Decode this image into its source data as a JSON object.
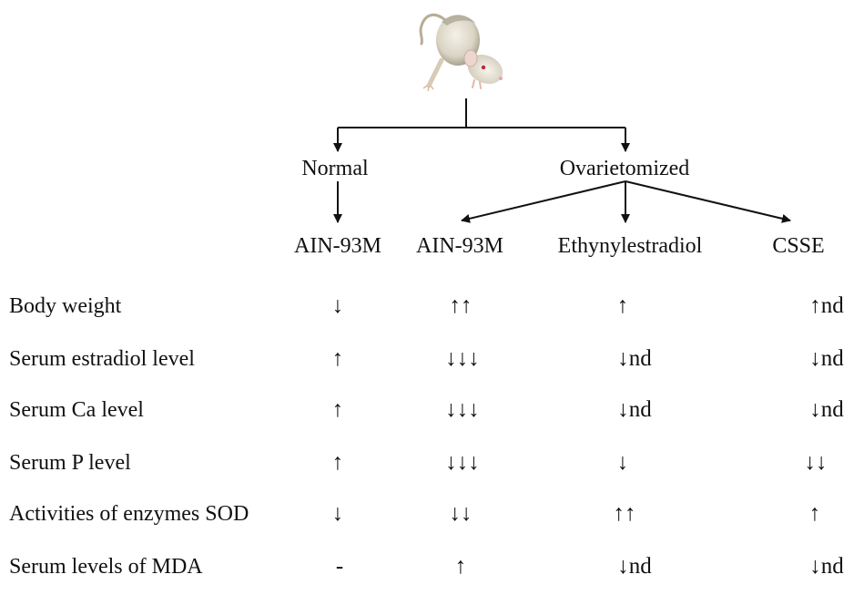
{
  "groups": {
    "normal": "Normal",
    "ovariectomized": "Ovarietomized"
  },
  "diets": [
    "AIN-93M",
    "AIN-93M",
    "Ethynylestradiol",
    "CSSE"
  ],
  "rows": [
    {
      "label": "Body weight",
      "cells": [
        "↓",
        "↑↑",
        "↑",
        "↑nd"
      ]
    },
    {
      "label": "Serum estradiol level",
      "cells": [
        "↑",
        "↓↓↓",
        "↓nd",
        "↓nd"
      ]
    },
    {
      "label": "Serum Ca level",
      "cells": [
        "↑",
        "↓↓↓",
        "↓nd",
        "↓nd"
      ]
    },
    {
      "label": "Serum P level",
      "cells": [
        "↑",
        "↓↓↓",
        "↓",
        "↓↓"
      ]
    },
    {
      "label": "Activities of enzymes SOD",
      "cells": [
        "↓",
        "↓↓",
        "↑↑",
        "↑"
      ]
    },
    {
      "label": "Serum levels of MDA",
      "cells": [
        "-",
        "↑",
        "↓nd",
        "↓nd"
      ]
    }
  ],
  "icons": {
    "animal": "rat-icon"
  }
}
